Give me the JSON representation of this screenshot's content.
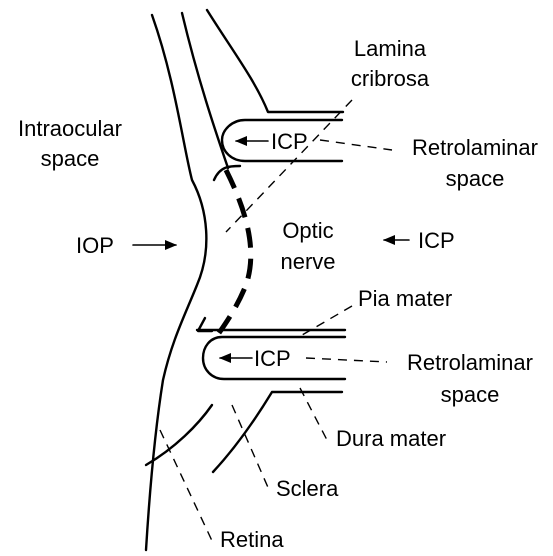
{
  "labels": {
    "lamina_line1": "Lamina",
    "lamina_line2": "cribrosa",
    "intraocular_line1": "Intraocular",
    "intraocular_line2": "space",
    "icp_upper": "ICP",
    "icp_middle": "ICP",
    "icp_lower": "ICP",
    "retro_upper_line1": "Retrolaminar",
    "retro_upper_line2": "space",
    "retro_lower_line1": "Retrolaminar",
    "retro_lower_line2": "space",
    "iop": "IOP",
    "optic_line1": "Optic",
    "optic_line2": "nerve",
    "pia_mater": "Pia mater",
    "dura_mater": "Dura mater",
    "sclera": "Sclera",
    "retina": "Retina"
  },
  "colors": {
    "ink": "#000000",
    "background": "#ffffff"
  }
}
